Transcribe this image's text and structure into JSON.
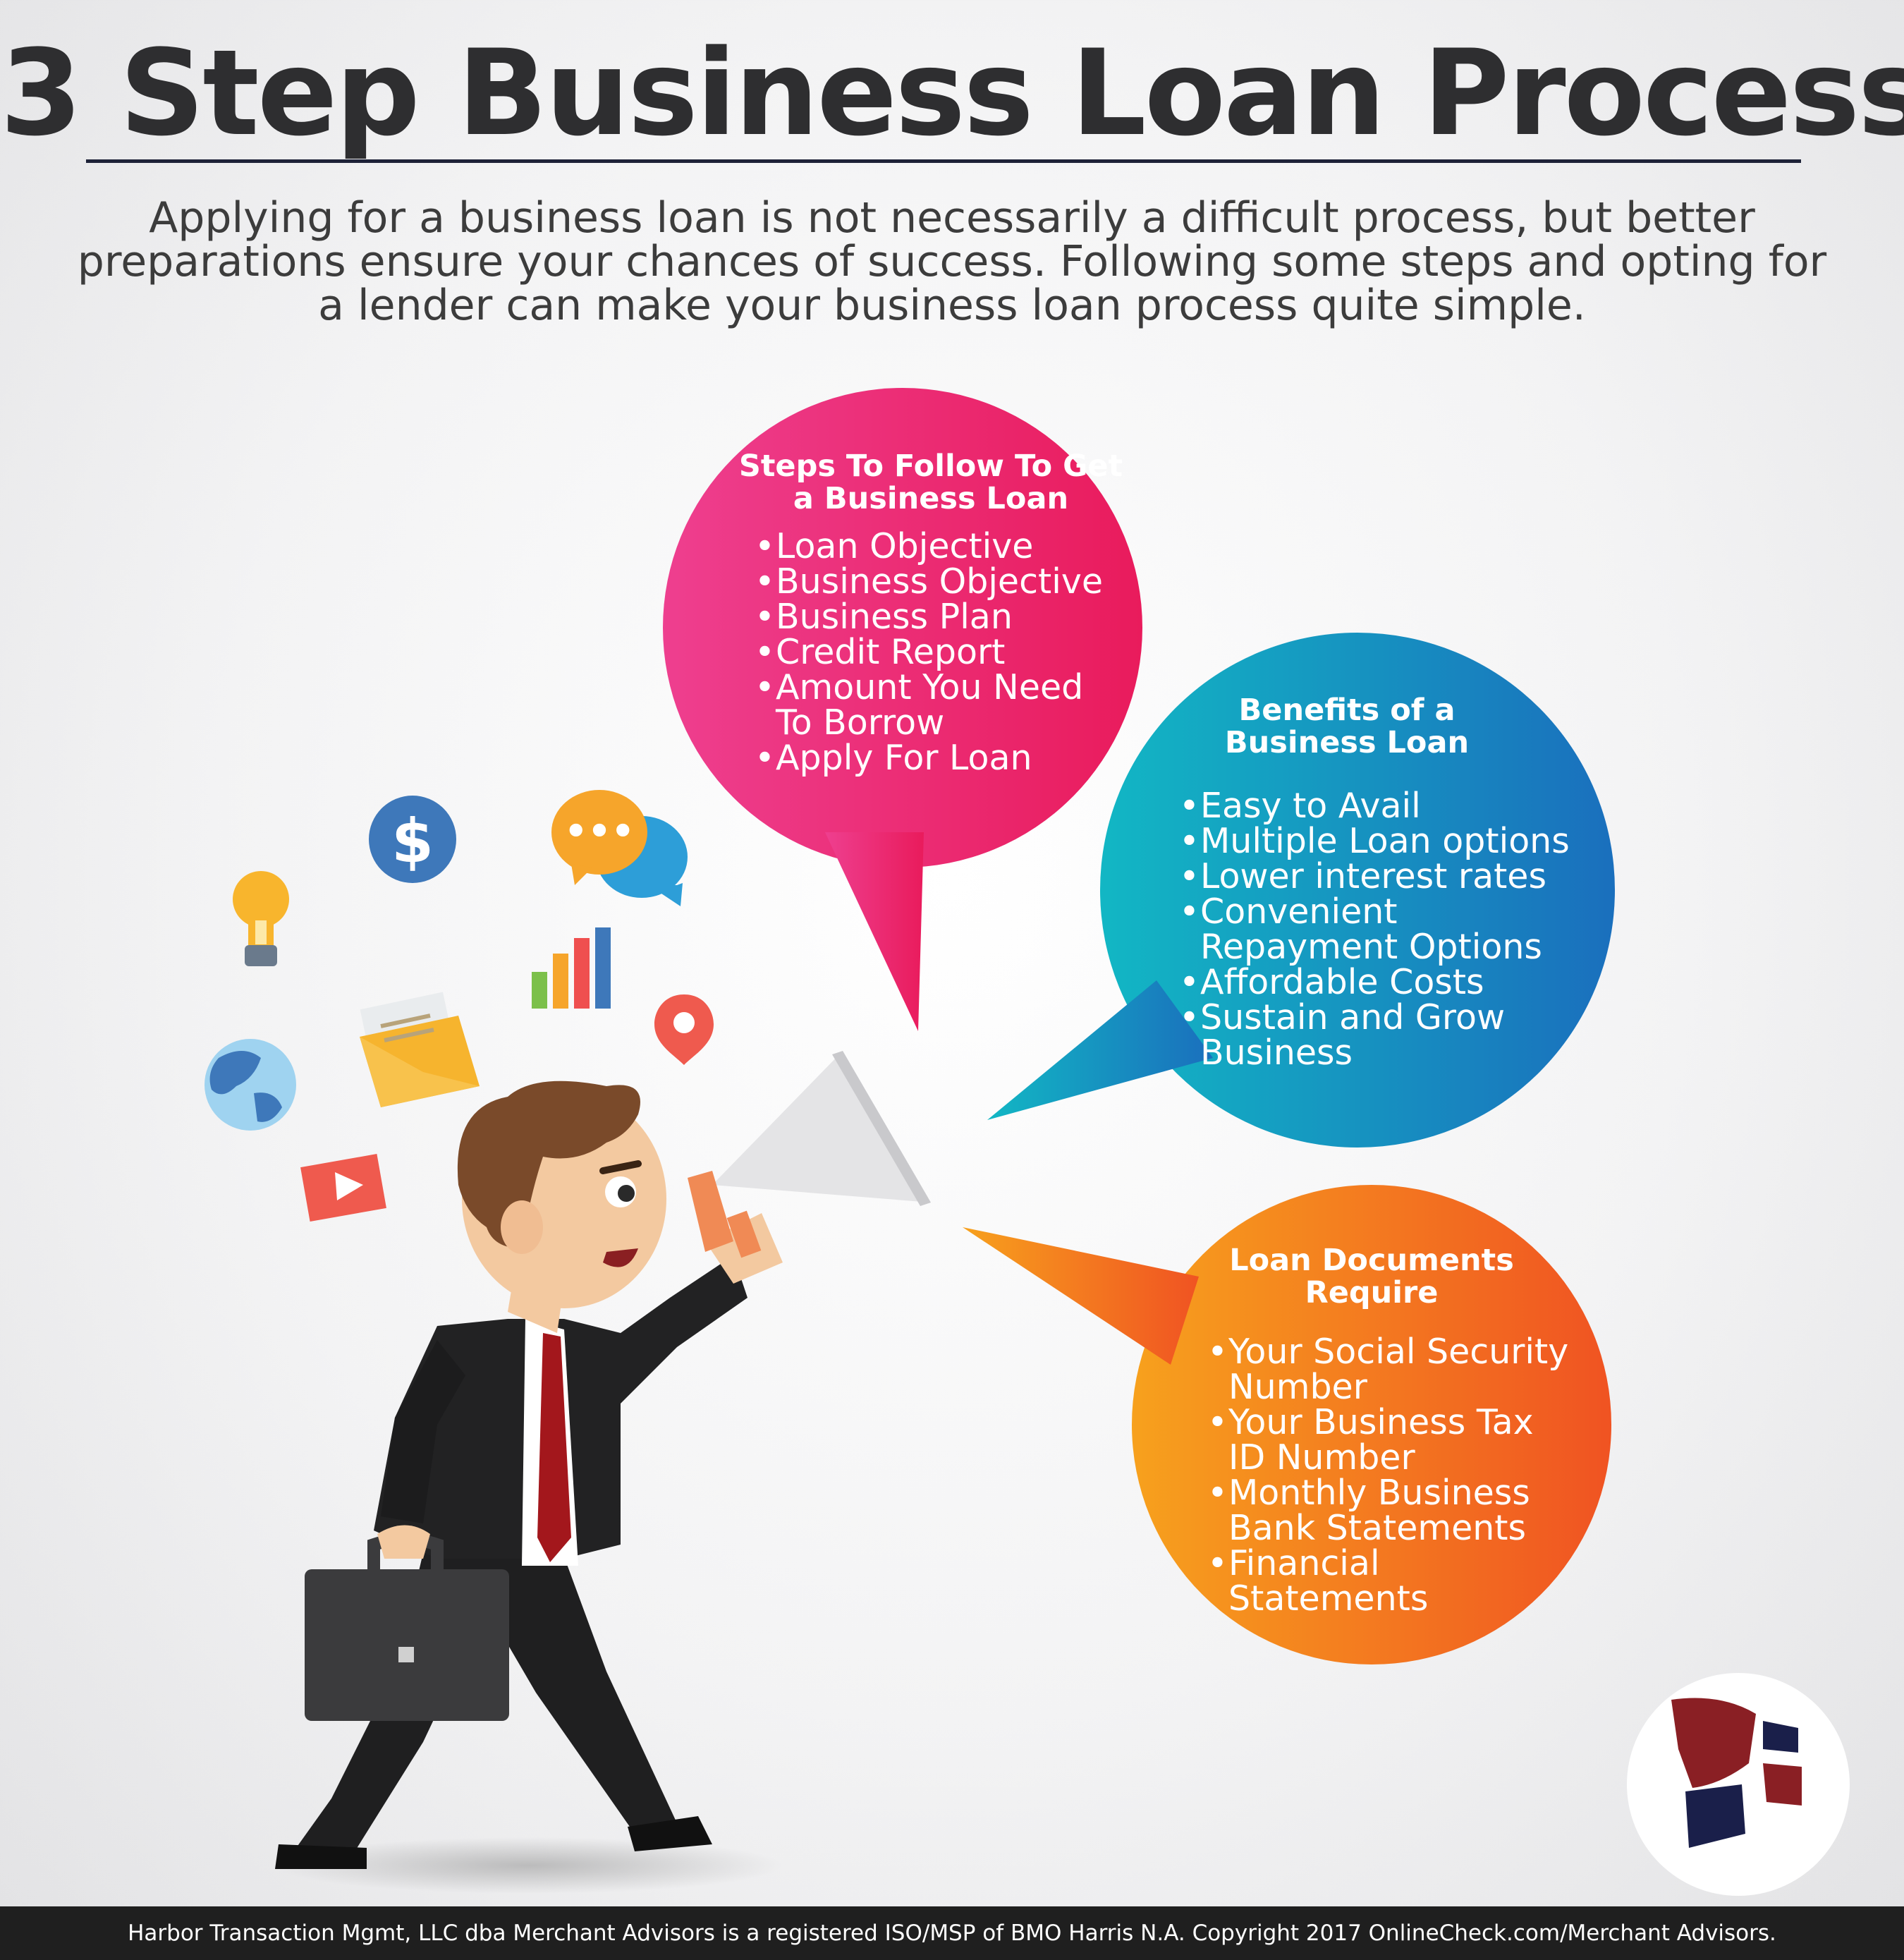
{
  "title": "3 Step Business Loan Process",
  "intro": "Applying for a business loan is not necessarily a difficult process, but better preparations ensure your chances of success. Following some steps and opting for a lender can make your business loan process quite simple.",
  "bubbles": {
    "steps": {
      "heading": "Steps To Follow To Get a Business Loan",
      "items": [
        "Loan Objective",
        "Business Objective",
        "Business Plan",
        "Credit Report",
        "Amount You Need To Borrow",
        "Apply For Loan"
      ],
      "color": "#e8266e"
    },
    "benefits": {
      "heading": "Benefits of a Business Loan",
      "items": [
        "Easy to Avail",
        "Multiple Loan options",
        "Lower interest rates",
        "Convenient Repayment Options",
        "Affordable Costs",
        "Sustain and Grow Business"
      ],
      "color": "#1a8fc6"
    },
    "documents": {
      "heading": "Loan Documents Require",
      "items": [
        "Your Social Security Number",
        "Your Business Tax ID Number",
        "Monthly Business Bank Statements",
        "Financial Statements"
      ],
      "color": "#f26a1f"
    }
  },
  "icons": {
    "dollar_symbol": "$",
    "chat_dots": "•••"
  },
  "footer": "Harbor Transaction Mgmt, LLC dba Merchant Advisors is a registered ISO/MSP of BMO Harris N.A. Copyright 2017 OnlineCheck.com/Merchant Advisors."
}
